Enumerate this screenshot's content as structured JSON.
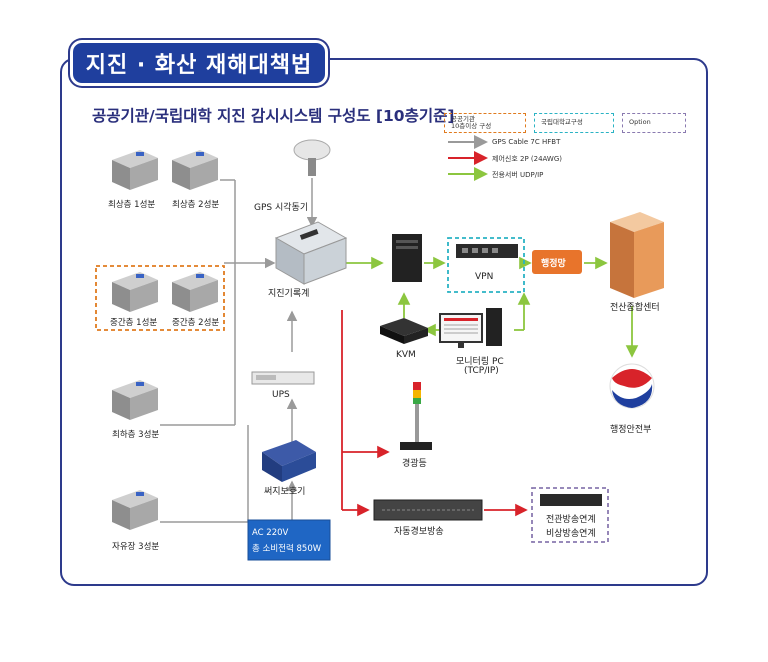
{
  "banner_title": "지진 · 화산 재해대책법",
  "subtitle": "공공기관/국립대학 지진 감시시스템 구성도 [10층기준]",
  "legend": {
    "box1": "공공기관\n10층이상 구성",
    "box2": "국립대학교구성",
    "box3": "Option",
    "line1": "GPS Cable 7C HFBT",
    "line2": "제어신호 2P (24AWG)",
    "line3": "전용서버 UDP/IP"
  },
  "sensors": {
    "s1": "최상층 1성분",
    "s2": "최상층 2성분",
    "s3": "중간층 1성분",
    "s4": "중간층 2성분",
    "s5": "최하층 3성분",
    "s6": "자유장 3성분"
  },
  "devices": {
    "gps": "GPS 시각동기",
    "recorder": "지진기록계",
    "ups": "UPS",
    "surge": "써지보호기",
    "power_line1": "AC 220V",
    "power_line2": "총 소비전력 850W",
    "vpn": "VPN",
    "kvm": "KVM",
    "monitor1": "모니터링 PC",
    "monitor2": "(TCP/IP)",
    "admin_net": "행정망",
    "center": "전산종합센터",
    "ministry": "행정안전부",
    "warning_light": "경광등",
    "auto_broadcast": "자동경보방송",
    "broadcast1": "전관방송연계",
    "broadcast2": "비상방송연계"
  },
  "colors": {
    "grey_line": "#9a9a9a",
    "red_line": "#d8232a",
    "green_line": "#8cc63f",
    "orange_dash": "#e07b1f",
    "cyan_dash": "#2ab3c4",
    "purple_dash": "#8a7ab0"
  }
}
